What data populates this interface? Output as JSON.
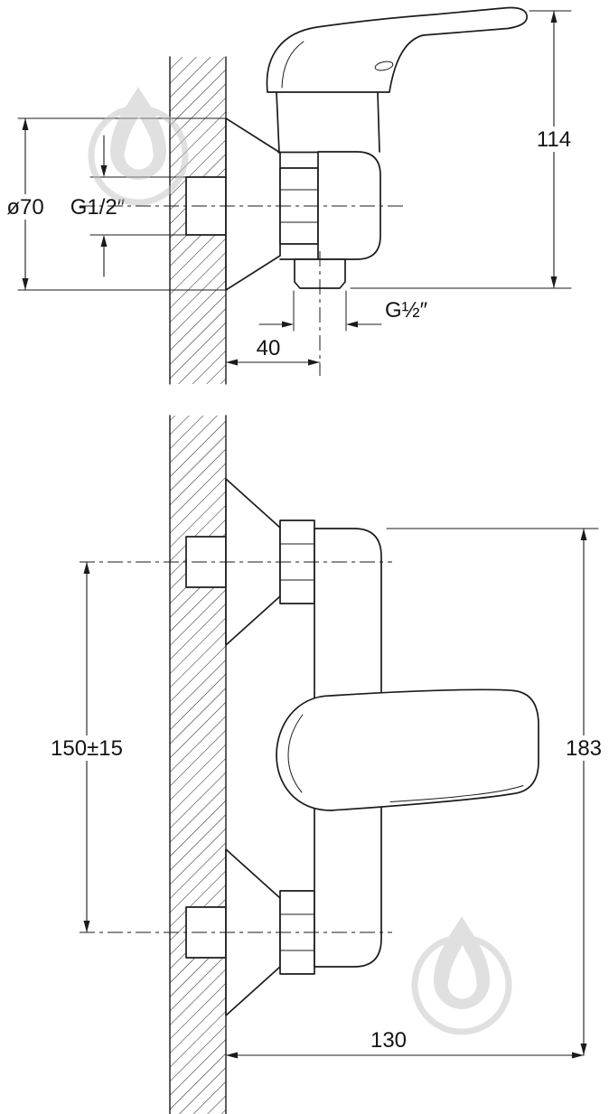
{
  "page": {
    "background": "#ffffff"
  },
  "drawing": {
    "line_color": "#1b1b1b",
    "watermark_color": "#c3c3c3",
    "side_view": {
      "flange_diameter": "ø70",
      "inlet_thread": "G1/2″",
      "overall_height": "114",
      "outlet_thread": "G½″",
      "wall_to_outlet_axis": "40"
    },
    "front_view": {
      "inlet_center_distance": "150±15",
      "overall_height": "183",
      "overall_width": "130"
    }
  }
}
